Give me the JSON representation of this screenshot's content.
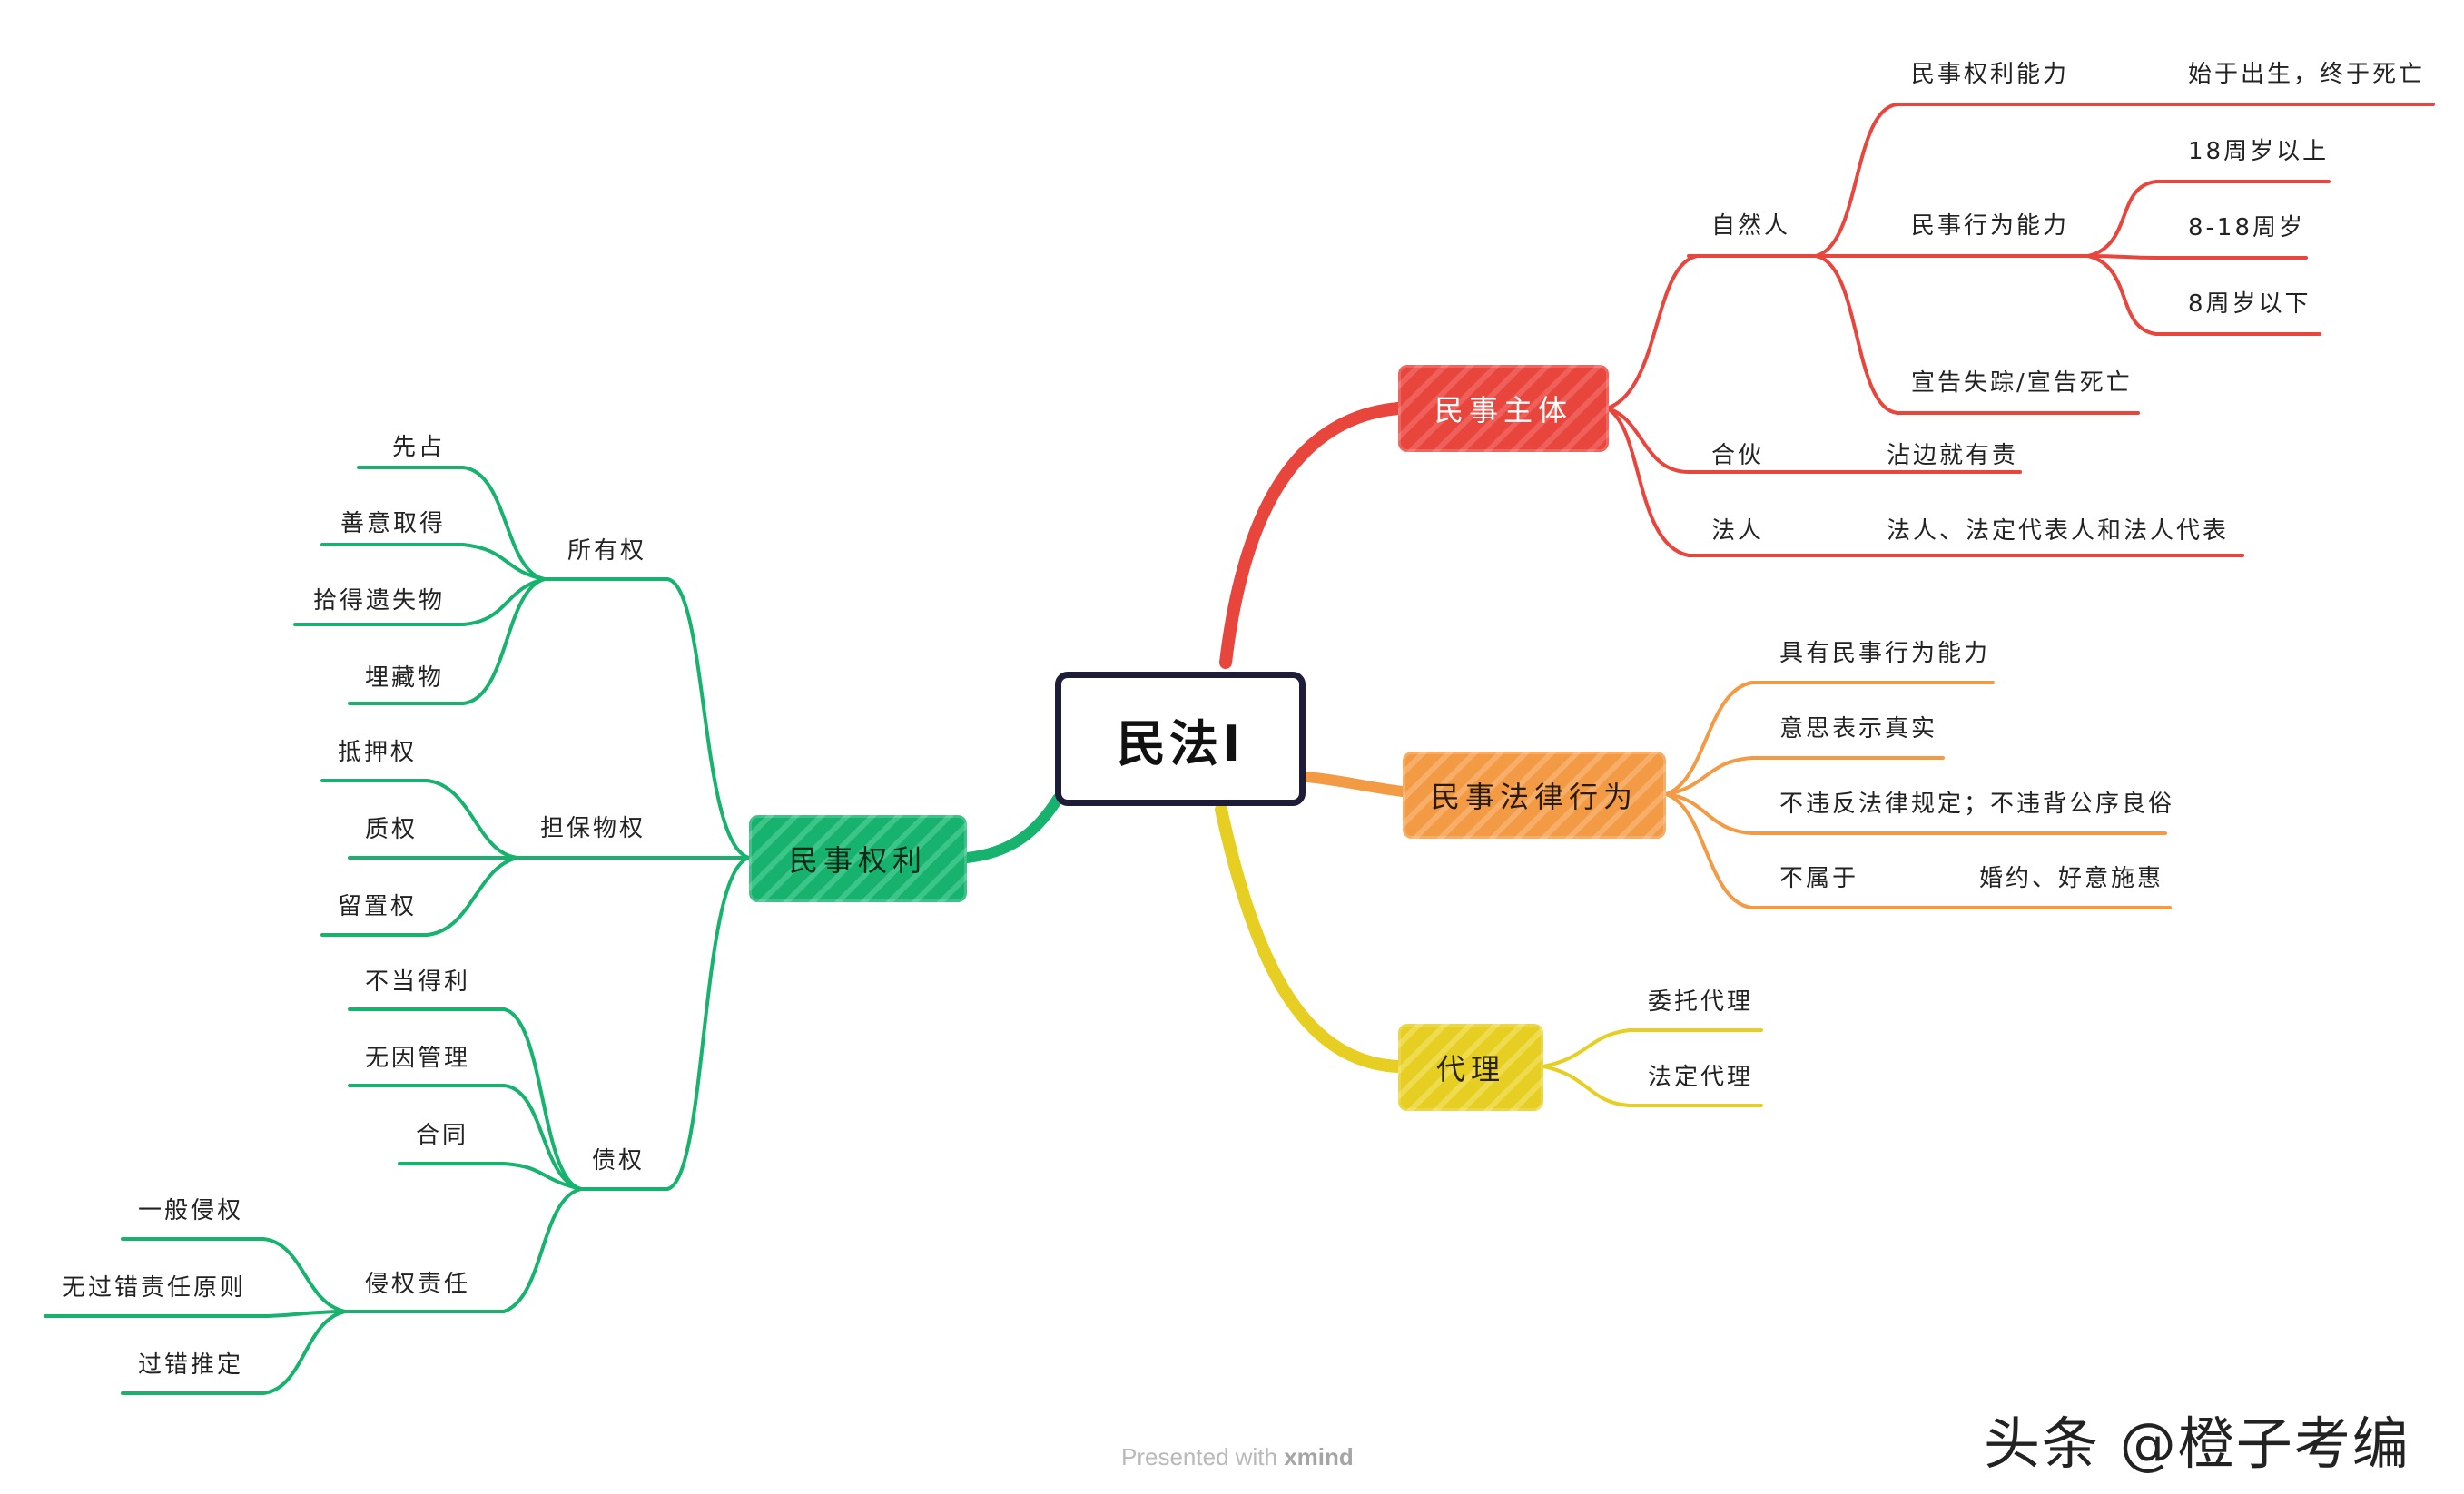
{
  "central": "民法I",
  "branches": {
    "civil_subject": {
      "title": "民事主体",
      "natural_person": {
        "label": "自然人",
        "capacity_rights": {
          "label": "民事权利能力",
          "detail": "始于出生，终于死亡"
        },
        "capacity_conduct": {
          "label": "民事行为能力",
          "items": [
            "18周岁以上",
            "8-18周岁",
            "8周岁以下"
          ]
        },
        "declare": "宣告失踪/宣告死亡"
      },
      "partnership": {
        "label": "合伙",
        "detail": "沾边就有责"
      },
      "legal_person": {
        "label": "法人",
        "detail": "法人、法定代表人和法人代表"
      }
    },
    "civil_act": {
      "title": "民事法律行为",
      "items": [
        "具有民事行为能力",
        "意思表示真实",
        "不违反法律规定；不违背公序良俗"
      ],
      "not_included": {
        "label": "不属于",
        "detail": "婚约、好意施惠"
      }
    },
    "agency": {
      "title": "代理",
      "items": [
        "委托代理",
        "法定代理"
      ]
    },
    "civil_rights": {
      "title": "民事权利",
      "ownership": {
        "label": "所有权",
        "items": [
          "先占",
          "善意取得",
          "拾得遗失物",
          "埋藏物"
        ]
      },
      "security": {
        "label": "担保物权",
        "items": [
          "抵押权",
          "质权",
          "留置权"
        ]
      },
      "obligation": {
        "label": "债权",
        "items": [
          "不当得利",
          "无因管理",
          "合同"
        ],
        "tort": {
          "label": "侵权责任",
          "items": [
            "一般侵权",
            "无过错责任原则",
            "过错推定"
          ]
        }
      }
    }
  },
  "colors": {
    "red": "#e8453c",
    "orange": "#f39a45",
    "yellow": "#e6cf22",
    "green": "#17b36e",
    "central_border": "#1d1d3a"
  },
  "footer": {
    "presented": "Presented with",
    "brand": "xmind"
  },
  "watermark": "头条 @橙子考编"
}
